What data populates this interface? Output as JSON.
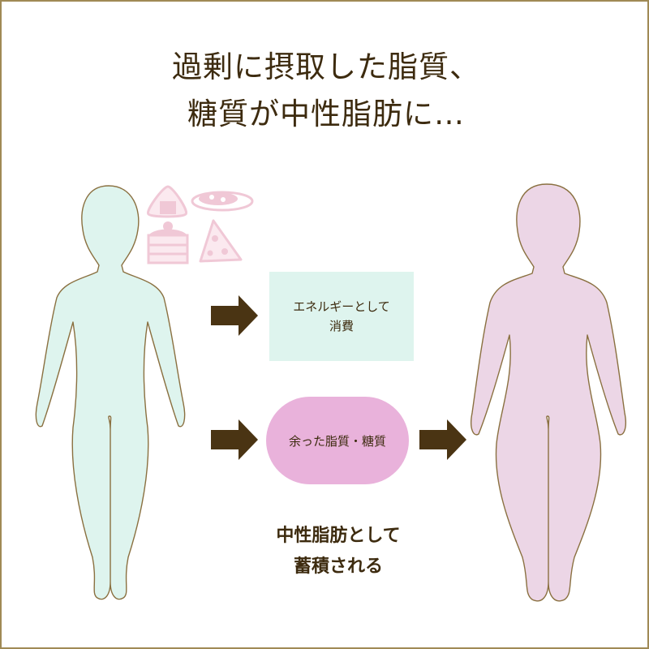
{
  "title": {
    "line1": "過剰に摂取した脂質、",
    "line2": "糖質が中性脂肪に…"
  },
  "energy_box": {
    "line1": "エネルギーとして",
    "line2": "消費"
  },
  "excess_box": {
    "label": "余った脂質・糖質"
  },
  "note": {
    "line1": "中性脂肪として",
    "line2": "蓄積される"
  },
  "colors": {
    "slim_figure_fill": "#def4ee",
    "heavy_figure_fill": "#ecd6e6",
    "outline": "#8a7040",
    "arrow": "#4a3413",
    "energy_box": "#def4ee",
    "excess_box": "#e9b2db",
    "food_icons": "#f0c8d6",
    "border": "#a08a55"
  },
  "icons": [
    "rice-ball-icon",
    "curry-plate-icon",
    "cake-icon",
    "pizza-slice-icon"
  ]
}
